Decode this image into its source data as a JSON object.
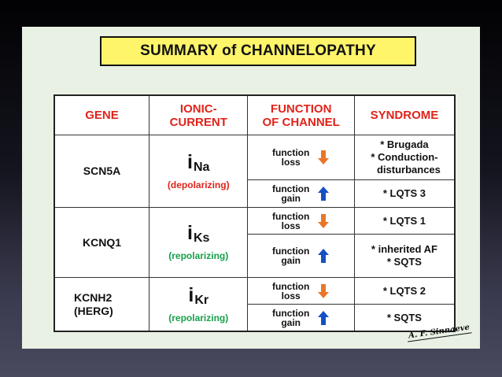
{
  "title": "SUMMARY of CHANNELOPATHY",
  "headers": {
    "gene": "GENE",
    "ionic_line1": "IONIC-",
    "ionic_line2": "CURRENT",
    "function_line1": "FUNCTION",
    "function_line2": "OF CHANNEL",
    "syndrome": "SYNDROME"
  },
  "rows": [
    {
      "gene_line1": "SCN5A",
      "current_symbol": "i",
      "current_sub": "Na",
      "current_note": "(depolarizing)",
      "loss": {
        "line1": "function",
        "line2": "loss"
      },
      "gain": {
        "line1": "function",
        "line2": "gain"
      },
      "syndrome_loss": [
        "* Brugada",
        "* Conduction-",
        "disturbances"
      ],
      "syndrome_gain": [
        "* LQTS 3"
      ]
    },
    {
      "gene_line1": "KCNQ1",
      "current_symbol": "i",
      "current_sub": "Ks",
      "current_note": "(repolarizing)",
      "loss": {
        "line1": "function",
        "line2": "loss"
      },
      "gain": {
        "line1": "function",
        "line2": "gain"
      },
      "syndrome_loss": [
        "* LQTS 1"
      ],
      "syndrome_gain": [
        "* inherited AF",
        "* SQTS"
      ]
    },
    {
      "gene_line1": "KCNH2",
      "gene_line2": "(HERG)",
      "current_symbol": "i",
      "current_sub": "Kr",
      "current_note": "(repolarizing)",
      "loss": {
        "line1": "function",
        "line2": "loss"
      },
      "gain": {
        "line1": "function",
        "line2": "gain"
      },
      "syndrome_loss": [
        "* LQTS 2"
      ],
      "syndrome_gain": [
        "* SQTS"
      ]
    }
  ],
  "signature": "A. F. Sinnaeve",
  "colors": {
    "header_text": "#e0231a",
    "depolarizing": "#e0231a",
    "repolarizing": "#15a14a",
    "arrow_down": "#e8772a",
    "arrow_up": "#1550c4",
    "title_bg": "#fff56a",
    "slide_bg": "#e9f1e5"
  },
  "icons": {
    "loss": "arrow-down-icon",
    "gain": "arrow-up-icon"
  }
}
